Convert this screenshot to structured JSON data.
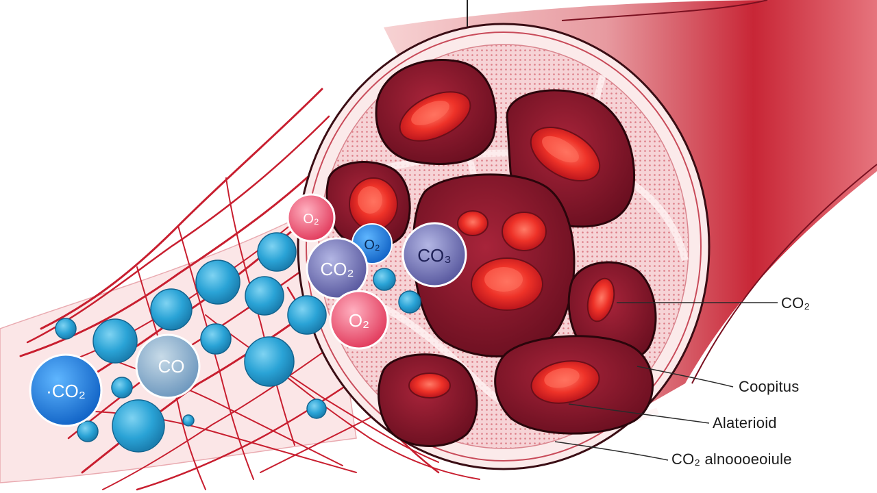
{
  "diagram": {
    "callouts": {
      "co2_right": "CO₂",
      "capillaries": "Coopitus",
      "alveoli": "Alaterioid",
      "molecule": "CO₂ alnoooeoiule"
    },
    "bubble_labels": {
      "o2_small": "O₂",
      "o2_cyan": "O₂",
      "co2_purple_center": "CO₂",
      "co2_purple_right": "CO₃",
      "o2_pink": "O₂",
      "co_left": "CO",
      "co2_blue_left": "·CO₂"
    },
    "colors": {
      "tissue_pink": "#f4c9cd",
      "vessel_red": "#c81e2f",
      "cell_dark": "#7d1224",
      "rbc_red": "#f0382c",
      "oxygen_cyan": "#2aa3d6",
      "co2_purple": "#6f6fb0",
      "o2_pink": "#ef5d7a"
    }
  }
}
